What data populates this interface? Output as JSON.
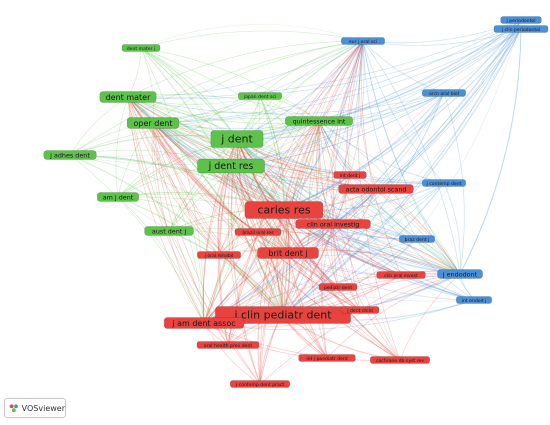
{
  "colors": {
    "green": "#5cc24a",
    "red": "#e8433e",
    "blue": "#4a90d9"
  },
  "logo": {
    "text": "VOSviewer",
    "icon": "vosviewer-logo-icon"
  },
  "nodes": [
    {
      "id": "j_dent",
      "label": "j dent",
      "cluster": "green",
      "size": "xl"
    },
    {
      "id": "j_dent_res",
      "label": "j dent res",
      "cluster": "green",
      "size": "lg"
    },
    {
      "id": "oper_dent",
      "label": "oper dent",
      "cluster": "green",
      "size": "md"
    },
    {
      "id": "dent_mater",
      "label": "dent mater",
      "cluster": "green",
      "size": "md"
    },
    {
      "id": "quintessence_int",
      "label": "quintessence int",
      "cluster": "green",
      "size": "sm"
    },
    {
      "id": "aust_dent_j",
      "label": "aust dent j",
      "cluster": "green",
      "size": "sm"
    },
    {
      "id": "am_j_dent",
      "label": "am j dent",
      "cluster": "green",
      "size": "sm"
    },
    {
      "id": "j_adhes_dent",
      "label": "j adhes dent",
      "cluster": "green",
      "size": "sm"
    },
    {
      "id": "dent_mater_j",
      "label": "dent mater j",
      "cluster": "green",
      "size": "xs"
    },
    {
      "id": "japan_dent_sci",
      "label": "japan dent sci",
      "cluster": "green",
      "size": "xs"
    },
    {
      "id": "caries_res",
      "label": "caries res",
      "cluster": "red",
      "size": "xl"
    },
    {
      "id": "j_clin_pediatr_dent",
      "label": "j clin pediatr dent",
      "cluster": "red",
      "size": "xl"
    },
    {
      "id": "brit_dent_j",
      "label": "brit dent j",
      "cluster": "red",
      "size": "md"
    },
    {
      "id": "j_am_dent_assoc",
      "label": "j am dent assoc",
      "cluster": "red",
      "size": "md"
    },
    {
      "id": "clin_oral_investig",
      "label": "clin oral investig",
      "cluster": "red",
      "size": "sm"
    },
    {
      "id": "acta_odontol_scand",
      "label": "acta odontol scand",
      "cluster": "red",
      "size": "sm"
    },
    {
      "id": "int_dent_j",
      "label": "int dent j",
      "cluster": "red",
      "size": "xs"
    },
    {
      "id": "brazil_oral_res",
      "label": "brazil oral res",
      "cluster": "red",
      "size": "xs"
    },
    {
      "id": "j_oral_rehabil",
      "label": "j oral rehabil",
      "cluster": "red",
      "size": "xs"
    },
    {
      "id": "clin_oral_invest",
      "label": "clin oral invest",
      "cluster": "red",
      "size": "xs"
    },
    {
      "id": "pediatr_dent",
      "label": "pediatr dent",
      "cluster": "red",
      "size": "xs"
    },
    {
      "id": "j_dent_child",
      "label": "j dent child",
      "cluster": "red",
      "size": "xs"
    },
    {
      "id": "oral_health_prev_dent",
      "label": "oral health prev dent",
      "cluster": "red",
      "size": "xs"
    },
    {
      "id": "int_j_paediatr_dent",
      "label": "int j paediatr dent",
      "cluster": "red",
      "size": "xs"
    },
    {
      "id": "cochrane_db_syst_rev",
      "label": "cochrane db syst rev",
      "cluster": "red",
      "size": "xs"
    },
    {
      "id": "j_contemp_dent_pract",
      "label": "j contemp dent pract",
      "cluster": "red",
      "size": "xs"
    },
    {
      "id": "j_endodont",
      "label": "j endodont",
      "cluster": "blue",
      "size": "sm"
    },
    {
      "id": "int_endod_j",
      "label": "int endod j",
      "cluster": "blue",
      "size": "xs"
    },
    {
      "id": "eur_j_oral_sci",
      "label": "eur j oral sci",
      "cluster": "blue",
      "size": "xs"
    },
    {
      "id": "j_periodontol",
      "label": "j periodontol",
      "cluster": "blue",
      "size": "xs"
    },
    {
      "id": "j_clin_periodontol",
      "label": "j clin periodontol",
      "cluster": "blue",
      "size": "xs"
    },
    {
      "id": "arch_oral_biol",
      "label": "arch oral biol",
      "cluster": "blue",
      "size": "xs"
    },
    {
      "id": "j_contemp_dent",
      "label": "j contemp dent",
      "cluster": "blue",
      "size": "xs"
    },
    {
      "id": "braz_dent_j",
      "label": "braz dent j",
      "cluster": "blue",
      "size": "xs"
    }
  ]
}
